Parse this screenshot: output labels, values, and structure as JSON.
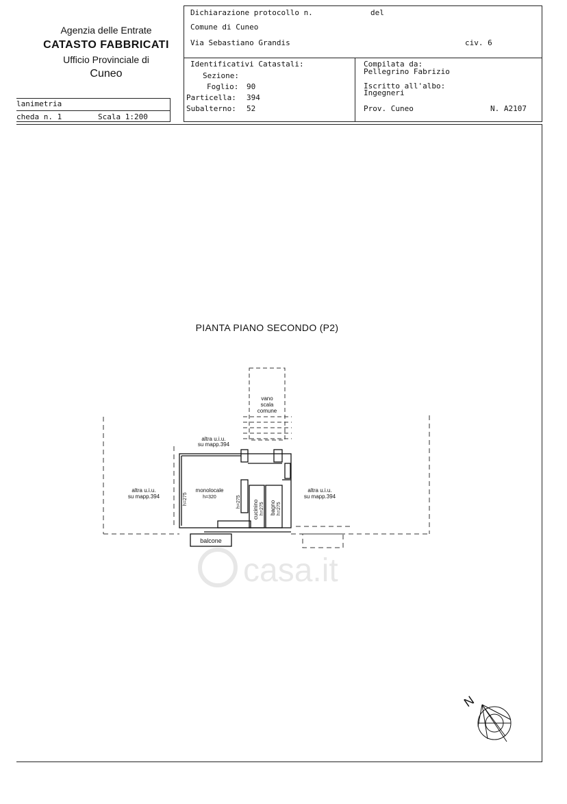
{
  "agency": {
    "line1": "Agenzia delle Entrate",
    "line2": "CATASTO FABBRICATI",
    "line3": "Ufficio Provinciale di",
    "line4": "Cuneo"
  },
  "header": {
    "protocol_label": "Dichiarazione protocollo n.",
    "del_label": "del",
    "comune": "Comune di Cuneo",
    "address": "Via Sebastiano Grandis",
    "civico": "civ. 6"
  },
  "identificativi": {
    "title": "Identificativi Catastali:",
    "sezione_label": "Sezione:",
    "foglio_label": "Foglio:",
    "foglio_value": "90",
    "particella_label": "Particella:",
    "particella_value": "394",
    "subalterno_label": "Subalterno:",
    "subalterno_value": "52"
  },
  "compilata": {
    "label": "Compilata da:",
    "name": "Pellegrino Fabrizio",
    "albo_label": "Iscritto all'albo:",
    "albo_value": "Ingegneri",
    "prov": "Prov. Cuneo",
    "numero": "N. A2107"
  },
  "scheda": {
    "planimetria": "lanimetria",
    "scheda": "cheda n. 1",
    "scala": "Scala 1:200"
  },
  "plan": {
    "title": "PIANTA PIANO SECONDO (P2)",
    "vano": [
      "vano",
      "scala",
      "comune"
    ],
    "altra_top": [
      "altra u.i.u.",
      "su mapp.394"
    ],
    "altra_left": [
      "altra u.i.u.",
      "su mapp.394"
    ],
    "altra_right": [
      "altra u.i.u.",
      "su mapp.394"
    ],
    "monolocale": "monolocale",
    "monolocale_h": "h=320",
    "h275_left": "h=275",
    "h275_mid": "h=275",
    "cucinino": "cucinino",
    "cucinino_h": "h=275",
    "bagno": "bagno",
    "bagno_h": "h=275",
    "balcone": "balcone",
    "north": "N"
  },
  "watermark": "casa.it"
}
